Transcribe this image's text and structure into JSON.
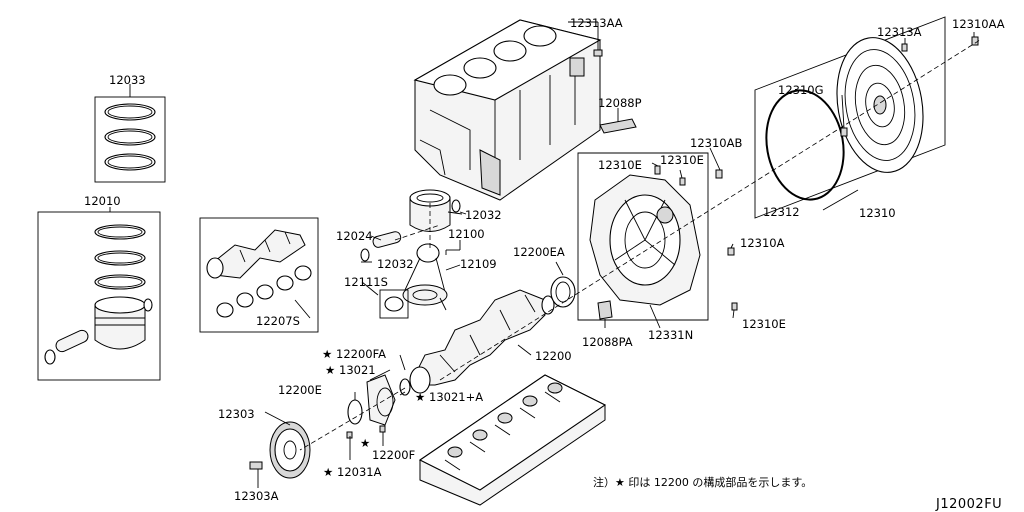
{
  "diagram_code": "J12002FU",
  "note": "注）★ 印は 12200 の構成部品を示します。",
  "star_symbol": "★",
  "labels": {
    "p12313AA": "12313AA",
    "p12033": "12033",
    "p12010": "12010",
    "p12088P": "12088P",
    "p12313A": "12313A",
    "p12310AA": "12310AA",
    "p12310G": "12310G",
    "p12310AB": "12310AB",
    "p12310E_a": "12310E",
    "p12310E_b": "12310E",
    "p12032_a": "12032",
    "p12024": "12024",
    "p12100": "12100",
    "p12032_b": "12032",
    "p12109": "12109",
    "p12111S": "12111S",
    "p12207S": "12207S",
    "p12200EA": "12200EA",
    "p12312": "12312",
    "p12310": "12310",
    "p12310A": "12310A",
    "p12310E_c": "12310E",
    "p12088PA": "12088PA",
    "p12331N": "12331N",
    "p12200FA": "12200FA",
    "p13021": "13021",
    "p12200": "12200",
    "p12200E": "12200E",
    "p13021A": "13021+A",
    "p12303": "12303",
    "p12200F": "12200F",
    "p12031A": "12031A",
    "p12303A": "12303A"
  }
}
